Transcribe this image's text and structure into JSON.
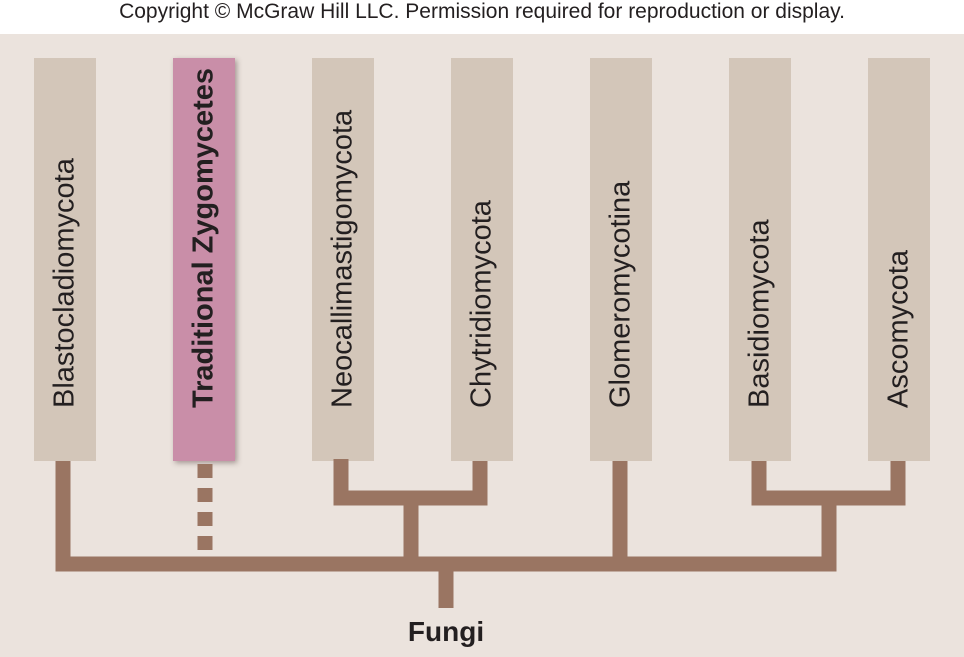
{
  "copyright": "Copyright © McGraw Hill LLC. Permission required for reproduction or display.",
  "colors": {
    "background": "#ebe3dd",
    "taxon_box": "#d3c6b9",
    "highlight_box": "#c98ea8",
    "branch": "#9a7562"
  },
  "taxa": [
    {
      "label": "Blastocladiomycota",
      "highlight": false
    },
    {
      "label": "Traditional Zygomycetes",
      "highlight": true
    },
    {
      "label": "Neocallimastigomycota",
      "highlight": false
    },
    {
      "label": "Chytridiomycota",
      "highlight": false
    },
    {
      "label": "Glomeromycotina",
      "highlight": false
    },
    {
      "label": "Basidiomycota",
      "highlight": false
    },
    {
      "label": "Ascomycota",
      "highlight": false
    }
  ],
  "root": {
    "label": "Fungi"
  }
}
